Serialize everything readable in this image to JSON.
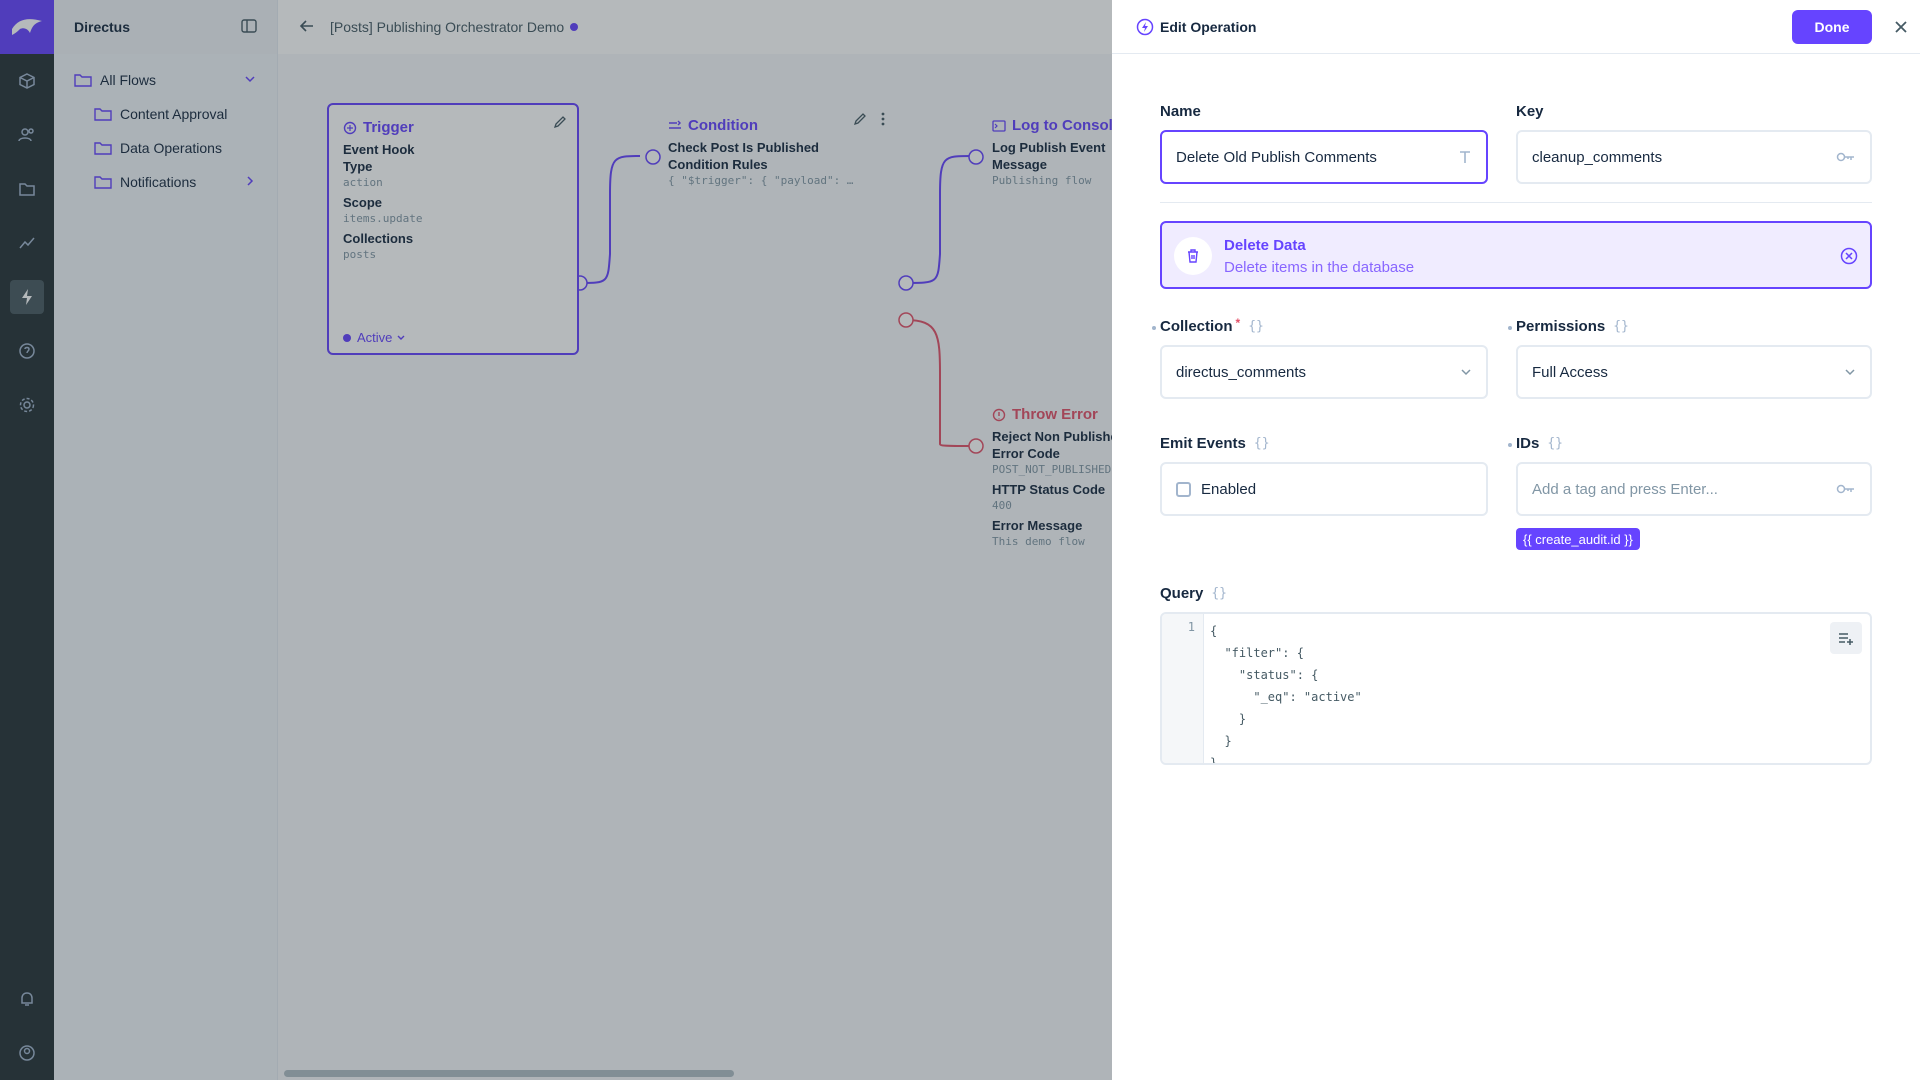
{
  "app": {
    "name": "Directus"
  },
  "nav": {
    "title": "Directus",
    "items": [
      {
        "label": "All Flows"
      },
      {
        "label": "Content Approval"
      },
      {
        "label": "Data Operations"
      },
      {
        "label": "Notifications"
      }
    ]
  },
  "header": {
    "title": "[Posts] Publishing Orchestrator Demo"
  },
  "canvas": {
    "trigger": {
      "title": "Trigger",
      "subtitle": "Event Hook",
      "type_label": "Type",
      "type_value": "action",
      "scope_label": "Scope",
      "scope_value": "items.update",
      "collections_label": "Collections",
      "collections_value": "posts",
      "status": "Active"
    },
    "condition": {
      "title": "Condition",
      "subtitle": "Check Post Is Published",
      "rules_label": "Condition Rules",
      "rules_value": "{ \"$trigger\": { \"payload\": …"
    },
    "log": {
      "title": "Log to Console",
      "subtitle": "Log Publish Event",
      "message_label": "Message",
      "message_value": "Publishing flow"
    },
    "error": {
      "title": "Throw Error",
      "subtitle": "Reject Non Published",
      "code_label": "Error Code",
      "code_value": "POST_NOT_PUBLISHED",
      "http_label": "HTTP Status Code",
      "http_value": "400",
      "msg_label": "Error Message",
      "msg_value": "This demo flow"
    }
  },
  "drawer": {
    "title": "Edit Operation",
    "done_label": "Done",
    "name": {
      "label": "Name",
      "value": "Delete Old Publish Comments"
    },
    "key": {
      "label": "Key",
      "value": "cleanup_comments"
    },
    "operation": {
      "name": "Delete Data",
      "description": "Delete items in the database"
    },
    "collection": {
      "label": "Collection",
      "required": "*",
      "value": "directus_comments"
    },
    "permissions": {
      "label": "Permissions",
      "value": "Full Access"
    },
    "emit_events": {
      "label": "Emit Events",
      "option": "Enabled"
    },
    "ids": {
      "label": "IDs",
      "placeholder": "Add a tag and press Enter...",
      "tag": "{{ create_audit.id }}"
    },
    "query": {
      "label": "Query",
      "line_number": "1",
      "code": "{\n  \"filter\": {\n    \"status\": {\n      \"_eq\": \"active\"\n    }\n  }\n}"
    },
    "brace_symbol": "{}"
  },
  "colors": {
    "primary": "#6644ff",
    "rail": "#263238",
    "danger": "#e35169"
  }
}
